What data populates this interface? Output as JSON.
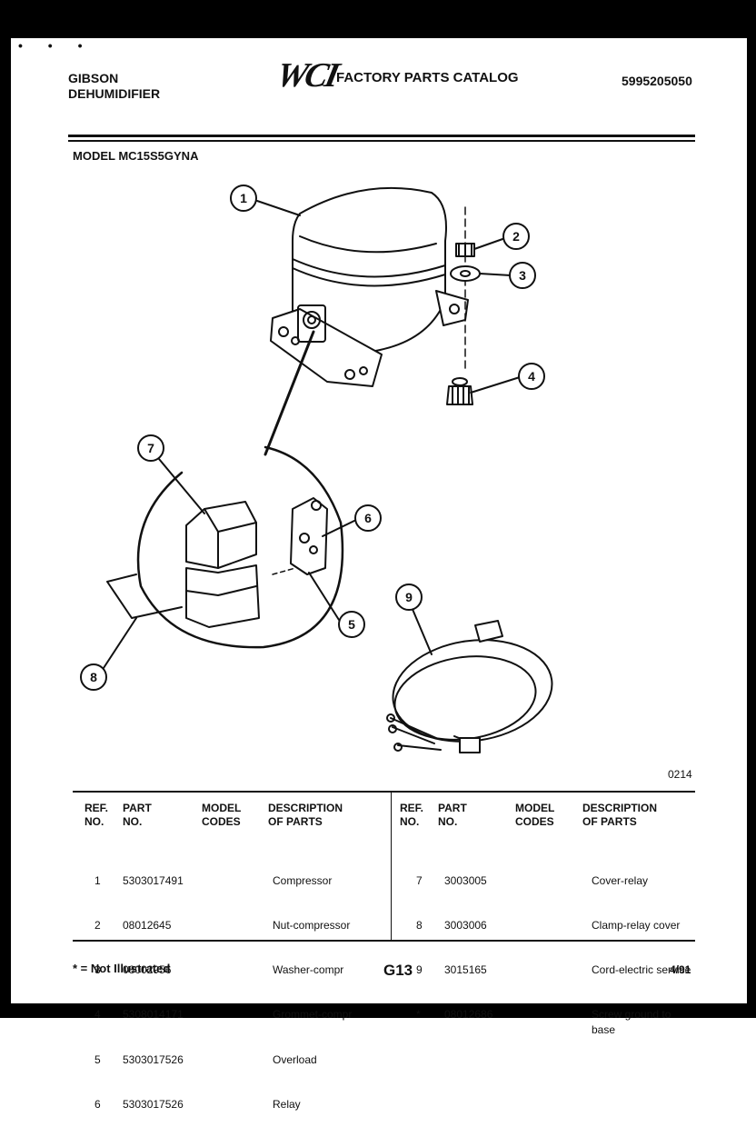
{
  "header": {
    "brand": "GIBSON",
    "product": "DEHUMIDIFIER",
    "logo": "WCI",
    "catalog_title": "FACTORY PARTS CATALOG",
    "catalog_number": "5995205050",
    "model_label": "MODEL MC15S5GYNA"
  },
  "diagram": {
    "callouts": [
      "1",
      "2",
      "3",
      "4",
      "5",
      "6",
      "7",
      "8",
      "9"
    ],
    "figure_number": "0214"
  },
  "table": {
    "headers_left": {
      "ref": [
        "REF.",
        "NO."
      ],
      "part": [
        "PART",
        "NO."
      ],
      "model": [
        "MODEL",
        "CODES"
      ],
      "desc": [
        "DESCRIPTION",
        "OF PARTS"
      ]
    },
    "headers_right": {
      "ref": [
        "REF.",
        "NO."
      ],
      "part": [
        "PART",
        "NO."
      ],
      "model": [
        "MODEL",
        "CODES"
      ],
      "desc": [
        "DESCRIPTION",
        "OF PARTS"
      ]
    },
    "left_rows": [
      {
        "ref": "1",
        "part": "5303017491",
        "desc": "Compressor"
      },
      {
        "ref": "2",
        "part": "08012645",
        "desc": "Nut-compressor"
      },
      {
        "ref": "3",
        "part": "08002956",
        "desc": "Washer-compr"
      },
      {
        "ref": "4",
        "part": "5308014171",
        "desc": "Grommet-compr"
      },
      {
        "ref": "5",
        "part": "5303017526",
        "desc": "Overload"
      },
      {
        "ref": "6",
        "part": "5303017526",
        "desc": "Relay"
      }
    ],
    "right_rows": [
      {
        "ref": "7",
        "part": "3003005",
        "desc": "Cover-relay"
      },
      {
        "ref": "8",
        "part": "3003006",
        "desc": "Clamp-relay cover"
      },
      {
        "ref": "9",
        "part": "3015165",
        "desc": "Cord-electric service"
      },
      {
        "ref": "*",
        "part": "08012686",
        "desc": "Screw ground to\nbase"
      }
    ]
  },
  "footer": {
    "note": "* = Not Illustrated",
    "page_code": "G13",
    "date": "4/91"
  }
}
